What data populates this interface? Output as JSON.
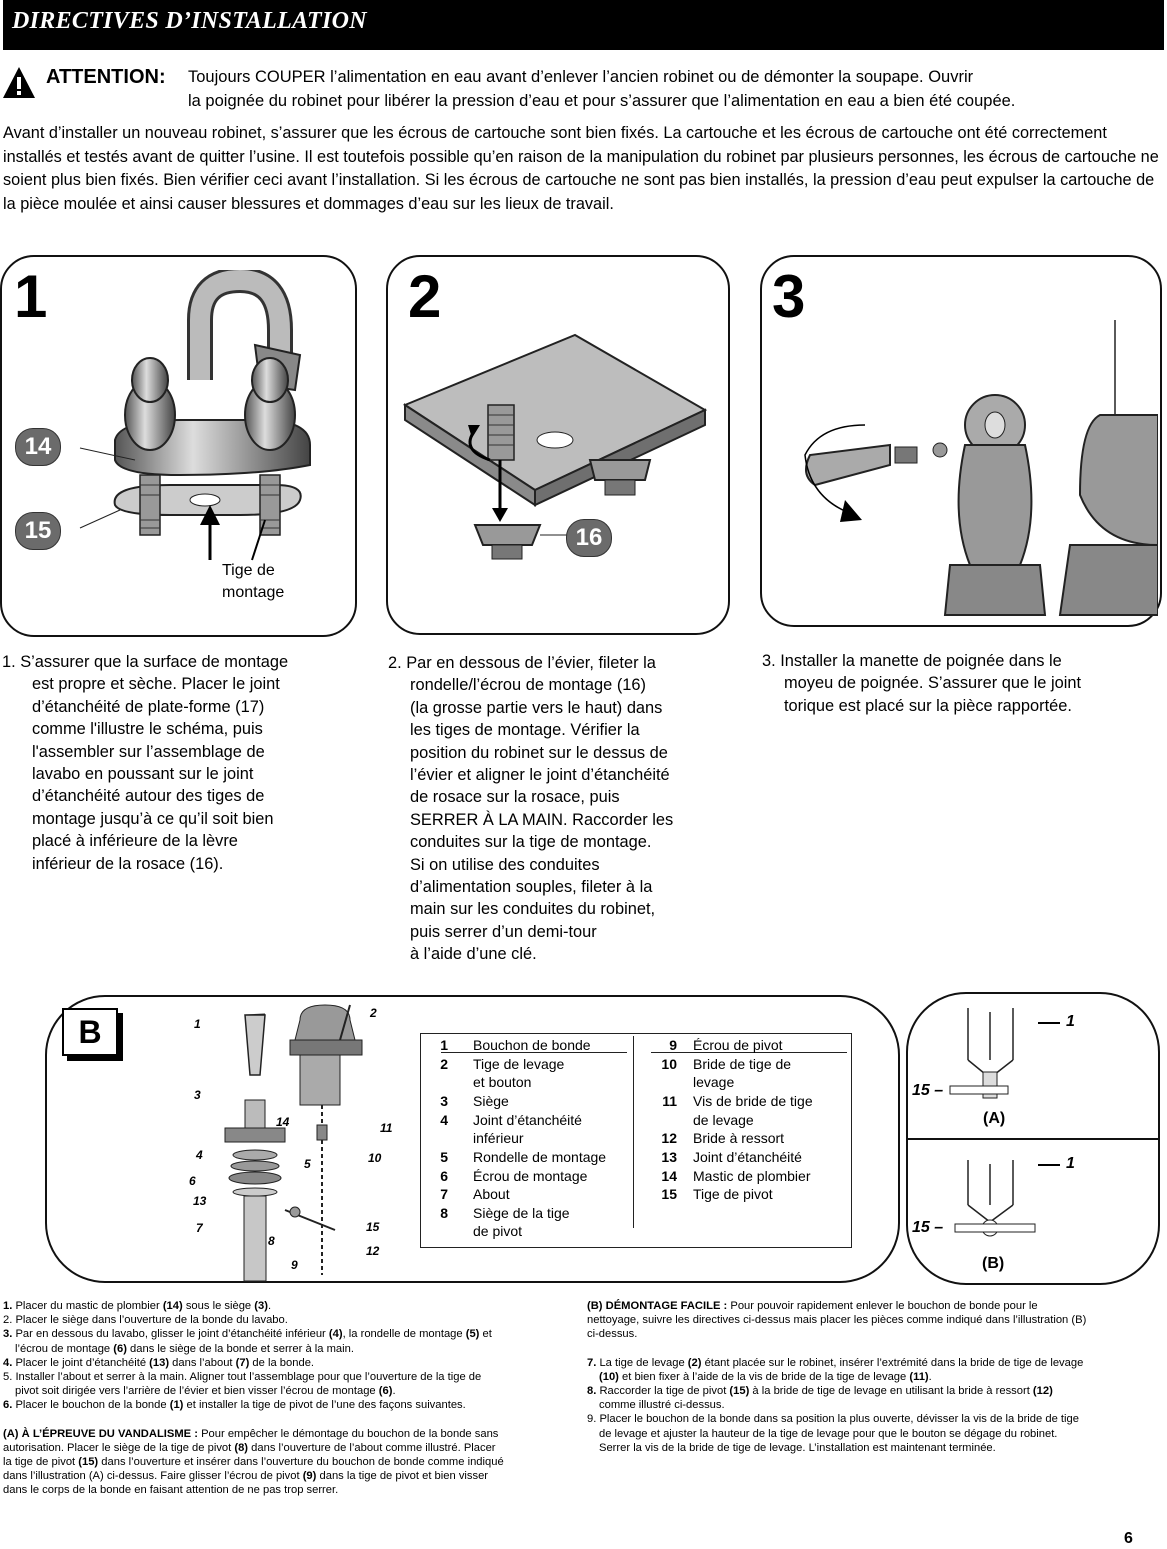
{
  "header": {
    "title": "DIRECTIVES D’INSTALLATION"
  },
  "attention": {
    "label": "ATTENTION:",
    "line1": "Toujours COUPER l’alimentation en eau avant d’enlever l’ancien robinet ou de démonter la soupape. Ouvrir",
    "line2": "la poignée du robinet pour libérer la pression d’eau et pour s’assurer que l’alimentation en eau a bien été coupée."
  },
  "intro": "Avant d’installer un nouveau robinet, s’assurer que les écrous de cartouche sont bien fixés. La cartouche et les écrous de cartouche ont été correctement installés et testés avant de quitter l’usine. Il est toutefois possible qu’en raison de la manipulation du robinet par plusieurs personnes, les écrous de cartouche ne soient plus bien fixés. Bien vérifier ceci avant l’installation. Si les écrous de cartouche ne sont pas bien installés, la pression d’eau peut expulser la cartouche de la pièce moulée et ainsi causer blessures et dommages d’eau sur les lieux de travail.",
  "steps": [
    {
      "number": "1",
      "callouts": [
        "14",
        "15"
      ],
      "figure_label_1": "Tige de",
      "figure_label_2": "montage",
      "lines": [
        "1.  S’assurer que la surface de montage",
        "est propre et sèche. Placer le joint",
        "d’étanchéité de plate-forme (17)",
        "comme l'illustre le schéma, puis",
        "l'assembler sur l’assemblage de",
        "lavabo en poussant sur le joint",
        "d’étanchéité autour des tiges de",
        "montage jusqu’à ce qu’il soit bien",
        "placé à inférieure de la lèvre",
        "inférieur de la rosace (16)."
      ]
    },
    {
      "number": "2",
      "callouts": [
        "16"
      ],
      "lines": [
        "2. Par en dessous de l’évier, fileter la",
        "rondelle/l’écrou de montage (16)",
        "(la grosse partie vers le haut) dans",
        "les tiges de montage. Vérifier la",
        "position du robinet sur le dessus de",
        "l’évier et aligner le joint d’étanchéité",
        "de rosace sur la rosace, puis",
        "SERRER À LA MAIN. Raccorder les",
        "conduites sur la tige de montage.",
        "Si on utilise des conduites",
        "d’alimentation souples, fileter à la",
        "main sur les conduites du robinet,",
        "puis serrer d’un demi-tour",
        "à l’aide d’une clé."
      ]
    },
    {
      "number": "3",
      "lines": [
        "3. Installer la manette de poignée dans le",
        "moyeu de poignée. S’assurer que le joint",
        "torique est placé sur la pièce rapportée."
      ]
    }
  ],
  "diagram_b": {
    "label": "B",
    "numbers": [
      "1",
      "2",
      "3",
      "14",
      "11",
      "4",
      "10",
      "5",
      "6",
      "13",
      "7",
      "15",
      "8",
      "12",
      "9"
    ]
  },
  "parts": [
    {
      "n": "1",
      "label": "Bouchon de bonde"
    },
    {
      "n": "2",
      "label": "Tige de levage",
      "label2": "et bouton"
    },
    {
      "n": "3",
      "label": "Siège"
    },
    {
      "n": "4",
      "label": "Joint d’étanchéité",
      "label2": "inférieur"
    },
    {
      "n": "5",
      "label": "Rondelle de montage"
    },
    {
      "n": "6",
      "label": "Écrou de montage"
    },
    {
      "n": "7",
      "label": "About"
    },
    {
      "n": "8",
      "label": "Siège de la tige",
      "label2": "de pivot"
    },
    {
      "n": "9",
      "label": "Écrou de pivot"
    },
    {
      "n": "10",
      "label": "Bride de tige de",
      "label2": "levage"
    },
    {
      "n": "11",
      "label": "Vis de bride de tige",
      "label2": "de levage"
    },
    {
      "n": "12",
      "label": "Bride à ressort"
    },
    {
      "n": "13",
      "label": "Joint d’étanchéité"
    },
    {
      "n": "14",
      "label": "Mastic de plombier"
    },
    {
      "n": "15",
      "label": "Tige de pivot"
    }
  ],
  "diagram_ab": {
    "a_top": "1",
    "a_side": "15 –",
    "a_label": "(A)",
    "b_top": "1",
    "b_side": "15 –",
    "b_label": "(B)"
  },
  "instructions_left": {
    "i1": {
      "n": "1.",
      "t1": " Placer du mastic de plombier ",
      "b1": "(14)",
      "t2": " sous le siège ",
      "b2": "(3)",
      "t3": "."
    },
    "i2": "2. Placer le siège dans l’ouverture de la bonde du lavabo.",
    "i3a": {
      "n": "3.",
      "t1": " Par en dessous du lavabo, glisser le joint d’étanchéité inférieur ",
      "b1": "(4)",
      "t2": ", la rondelle de montage ",
      "b2": "(5)",
      "t3": " et"
    },
    "i3b": {
      "t1": "l’écrou de montage ",
      "b1": "(6)",
      "t2": " dans le siège de la bonde et serrer à la main."
    },
    "i4": {
      "n": "4.",
      "t1": " Placer le joint d’étanchéité ",
      "b1": "(13)",
      "t2": " dans l’about ",
      "b2": "(7)",
      "t3": " de la bonde."
    },
    "i5a": "5. Installer l’about et serrer à la main. Aligner tout l’assemblage pour que l’ouverture de la tige de",
    "i5b": {
      "t1": "pivot soit dirigée vers l’arrière de l’évier et bien visser l’écrou de montage ",
      "b1": "(6)",
      "t2": "."
    },
    "i6": {
      "n": "6.",
      "t1": " Placer le bouchon de la bonde ",
      "b1": "(1)",
      "t2": " et installer la tige de pivot de l’une des façons suivantes."
    },
    "a_head": "(A) À L’ÉPREUVE DU VANDALISME :",
    "a_lines": [
      {
        "t1": "  Pour empêcher le démontage du bouchon de la bonde sans"
      },
      {
        "t1": "autorisation. Placer le siège de la tige de pivot ",
        "b1": "(8)",
        "t2": " dans l’ouverture de l’about comme illustré. Placer"
      },
      {
        "t1": "la tige de pivot ",
        "b1": "(15)",
        "t2": " dans l’ouverture et insérer dans l’ouverture du bouchon de bonde comme indiqué"
      },
      {
        "t1": "dans l’illustration (A) ci-dessus. Faire glisser l’écrou de pivot ",
        "b1": "(9)",
        "t2": " dans la tige de pivot et bien visser"
      },
      {
        "t1": "dans le corps de la bonde en faisant attention de ne pas trop serrer."
      }
    ]
  },
  "instructions_right": {
    "b_head": "(B) DÉMONTAGE FACILE :",
    "b_l1": " Pour pouvoir rapidement enlever le bouchon de bonde pour le",
    "b_l2": "nettoyage, suivre les directives ci-dessus mais placer les pièces comme indiqué dans l’illustration (B)",
    "b_l3": "ci-dessus.",
    "i7a": {
      "n": "7.",
      "t1": " La tige de levage ",
      "b1": "(2)",
      "t2": " étant placée sur le robinet, insérer l’extrémité dans la bride de tige de levage"
    },
    "i7b": {
      "b1": "(10)",
      "t1": " et bien fixer à l’aide de la vis de bride de la tige de levage ",
      "b2": "(11)",
      "t2": "."
    },
    "i8a": {
      "n": "8.",
      "t1": " Raccorder la tige de pivot ",
      "b1": "(15)",
      "t2": " à la bride de tige de levage en utilisant la bride à ressort ",
      "b2": "(12)"
    },
    "i8b": "comme illustré ci-dessus.",
    "i9a": "9. Placer le bouchon de la bonde dans sa position la plus ouverte, dévisser la vis de la bride de tige",
    "i9b": "de levage et ajuster la hauteur de la tige de levage pour que le bouton se dégage du robinet.",
    "i9c": "Serrer la vis de la bride de tige de levage. L’installation est maintenant terminée."
  },
  "page_number": "6"
}
